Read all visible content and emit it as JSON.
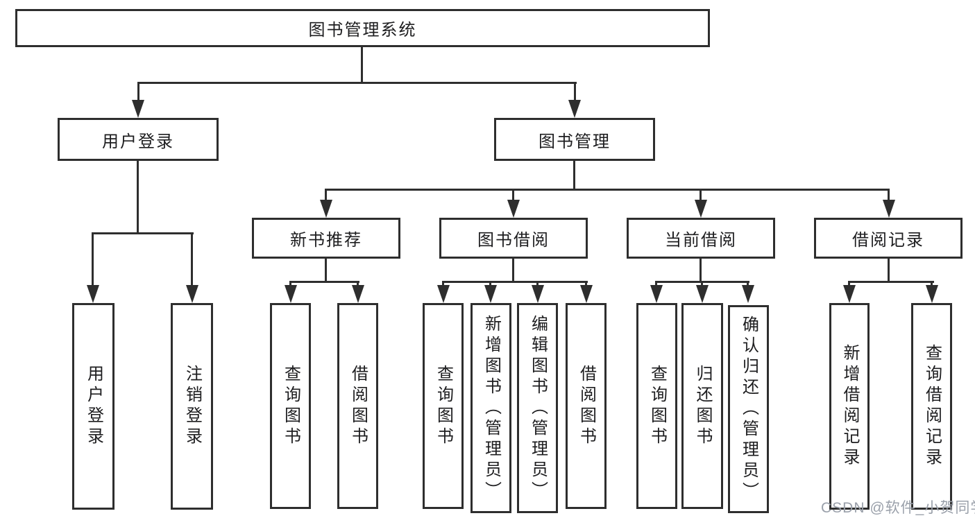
{
  "diagram_title": "图书管理系统",
  "colors": {
    "line": "#2e2e2e",
    "text": "#1d1d1f",
    "watermark": "#9aa0aa",
    "background": "#ffffff",
    "box_fill": "#ffffff"
  },
  "nodes": {
    "root": "图书管理系统",
    "user_login": "用户登录",
    "book_mgmt": "图书管理",
    "new_book_rec": "新书推荐",
    "book_borrow": "图书借阅",
    "current_borrow": "当前借阅",
    "borrow_records": "借阅记录",
    "leaf_user_login": "用户登录",
    "leaf_logout": "注销登录",
    "leaf_nbr_query": "查询图书",
    "leaf_nbr_borrow": "借阅图书",
    "leaf_bb_query": "查询图书",
    "leaf_bb_add": "新增图书（管理员）",
    "leaf_bb_edit": "编辑图书（管理员）",
    "leaf_bb_borrow": "借阅图书",
    "leaf_cb_query": "查询图书",
    "leaf_cb_return": "归还图书",
    "leaf_cb_confirm": "确认归还（管理员）",
    "leaf_br_add": "新增借阅记录",
    "leaf_br_query": "查询借阅记录"
  },
  "hierarchy": {
    "图书管理系统": {
      "用户登录": [
        "用户登录",
        "注销登录"
      ],
      "图书管理": {
        "新书推荐": [
          "查询图书",
          "借阅图书"
        ],
        "图书借阅": [
          "查询图书",
          "新增图书（管理员）",
          "编辑图书（管理员）",
          "借阅图书"
        ],
        "当前借阅": [
          "查询图书",
          "归还图书",
          "确认归还（管理员）"
        ],
        "借阅记录": [
          "新增借阅记录",
          "查询借阅记录"
        ]
      }
    }
  },
  "watermark": "CSDN @软件_小贺同学"
}
